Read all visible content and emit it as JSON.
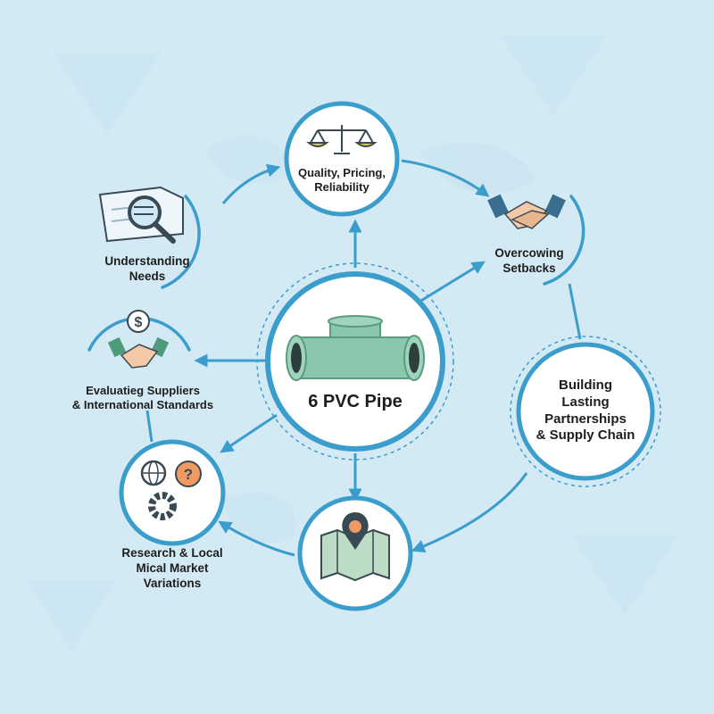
{
  "center": {
    "label": "6 PVC Pipe"
  },
  "nodes": {
    "top": {
      "lines": [
        "Quality, Pricing,",
        "Reliability"
      ]
    },
    "understanding": {
      "lines": [
        "Understanding",
        "Needs"
      ]
    },
    "overcoming": {
      "lines": [
        "Overcowing",
        "Setbacks"
      ]
    },
    "evaluating": {
      "lines": [
        "Evaluatieg Suppliers",
        "& International Standards"
      ]
    },
    "building": {
      "lines": [
        "Building",
        "Lasting",
        "Partnerships",
        "& Supply Chain"
      ]
    },
    "research": {
      "lines": [
        "Research & Local",
        "Mical Market",
        "Variations"
      ]
    }
  },
  "icons": {
    "top": "balance-scale-icon",
    "understanding": "magnifier-document-icon",
    "overcoming": "handshake-icon",
    "evaluating": "dollar-handshake-icon",
    "research": "globe-question-gear-icon",
    "bottom": "map-pin-wrench-icon",
    "center": "pvc-tee-pipe-icon"
  },
  "colors": {
    "background": "#d3eaf5",
    "accent": "#3a9dcb",
    "node_fill": "#ffffff",
    "pipe": "#8bc7ac",
    "question": "#ef9a63",
    "icon_dark": "#3a4a55"
  }
}
